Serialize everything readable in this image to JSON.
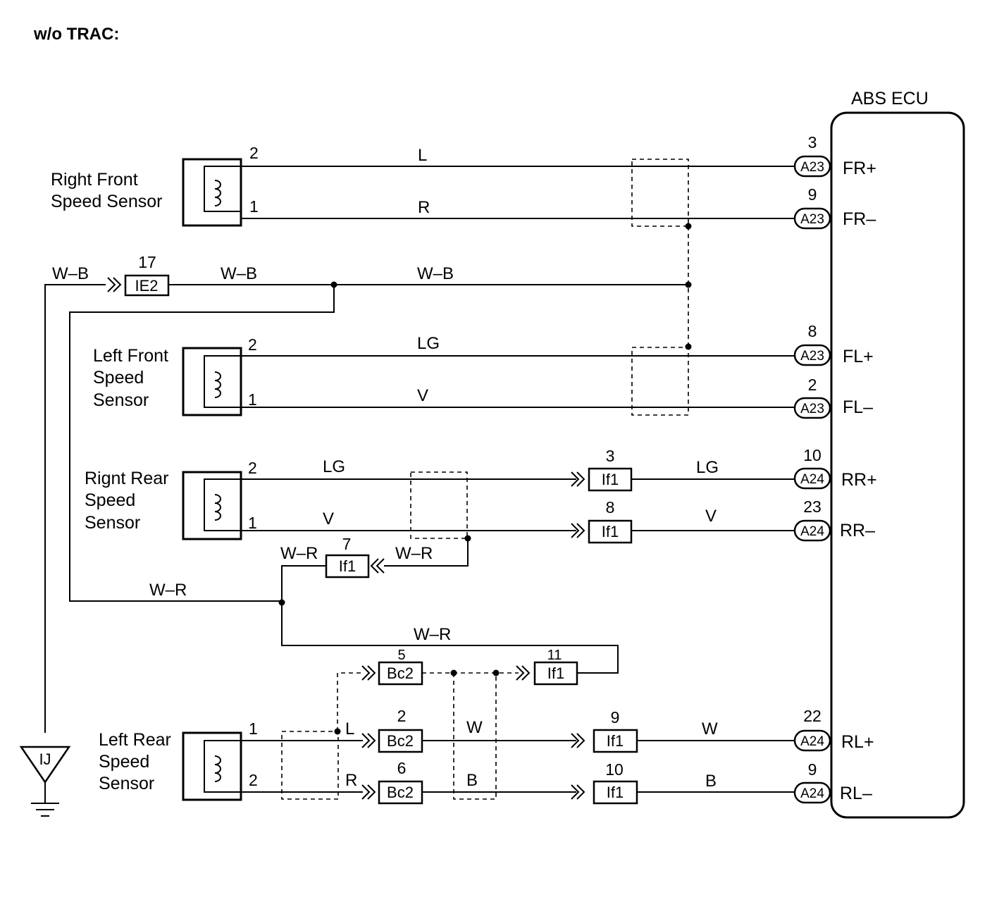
{
  "title": "w/o TRAC:",
  "ecu": {
    "name": "ABS ECU",
    "terminals": [
      {
        "label": "FR+",
        "pin": "3",
        "connector": "A23"
      },
      {
        "label": "FR–",
        "pin": "9",
        "connector": "A23"
      },
      {
        "label": "FL+",
        "pin": "8",
        "connector": "A23"
      },
      {
        "label": "FL–",
        "pin": "2",
        "connector": "A23"
      },
      {
        "label": "RR+",
        "pin": "10",
        "connector": "A24"
      },
      {
        "label": "RR–",
        "pin": "23",
        "connector": "A24"
      },
      {
        "label": "RL+",
        "pin": "22",
        "connector": "A24"
      },
      {
        "label": "RL–",
        "pin": "9",
        "connector": "A24"
      }
    ]
  },
  "sensors": {
    "right_front": {
      "line1": "Right Front",
      "line2": "Speed Sensor",
      "pin_top": "2",
      "pin_bottom": "1"
    },
    "left_front": {
      "line1": "Left Front",
      "line2": "Speed",
      "line3": "Sensor",
      "pin_top": "2",
      "pin_bottom": "1"
    },
    "right_rear": {
      "line1": "Rignt Rear",
      "line2": "Speed",
      "line3": "Sensor",
      "pin_top": "2",
      "pin_bottom": "1"
    },
    "left_rear": {
      "line1": "Left Rear",
      "line2": "Speed",
      "line3": "Sensor",
      "pin_top": "1",
      "pin_bottom": "2"
    }
  },
  "wires": {
    "fr_plus": "L",
    "fr_minus": "R",
    "wb_in": "W–B",
    "wb_mid": "W–B",
    "wb_right": "W–B",
    "fl_plus": "LG",
    "fl_minus": "V",
    "rr_plus_left": "LG",
    "rr_plus_right": "LG",
    "rr_minus_left": "V",
    "rr_minus_right": "V",
    "wr_to_if1_7": "W–R",
    "wr_from_if1_7": "W–R",
    "wr_left": "W–R",
    "wr_lower": "W–R",
    "rl_plus_left": "L",
    "rl_plus_mid": "W",
    "rl_plus_right": "W",
    "rl_minus_left": "R",
    "rl_minus_mid": "B",
    "rl_minus_right": "B"
  },
  "connectors": {
    "ie2": {
      "name": "IE2",
      "pin": "17"
    },
    "if1_rr_plus": {
      "name": "If1",
      "pin": "3"
    },
    "if1_rr_minus": {
      "name": "If1",
      "pin": "8"
    },
    "if1_shield": {
      "name": "If1",
      "pin": "7"
    },
    "bc2_shield": {
      "name": "Bc2",
      "pin": "5"
    },
    "if1_lr_shield": {
      "name": "If1",
      "pin": "11"
    },
    "bc2_rl_plus": {
      "name": "Bc2",
      "pin": "2"
    },
    "bc2_rl_minus": {
      "name": "Bc2",
      "pin": "6"
    },
    "if1_rl_plus": {
      "name": "If1",
      "pin": "9"
    },
    "if1_rl_minus": {
      "name": "If1",
      "pin": "10"
    }
  },
  "ground": {
    "name": "IJ"
  }
}
